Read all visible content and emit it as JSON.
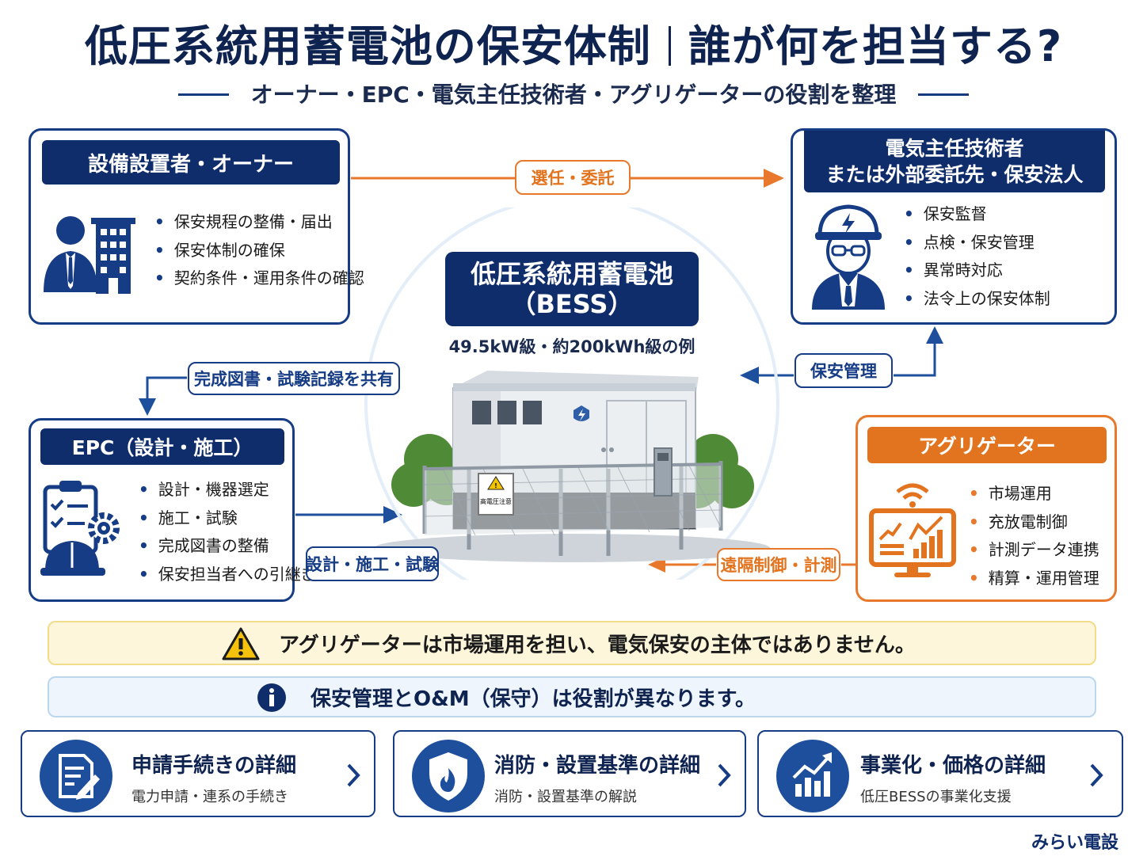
{
  "header": {
    "title_main": "低圧系統用蓄電池の保安体制",
    "title_sub": "誰が何を担当する?",
    "subtitle": "オーナー・EPC・電気主任技術者・アグリゲーターの役割を整理"
  },
  "owner": {
    "heading": "設備設置者・オーナー",
    "items": [
      "保安規程の整備・届出",
      "保安体制の確保",
      "契約条件・運用条件の確認"
    ]
  },
  "engineer": {
    "heading_line1": "電気主任技術者",
    "heading_line2": "または外部委託先・保安法人",
    "items": [
      "保安監督",
      "点検・保安管理",
      "異常時対応",
      "法令上の保安体制"
    ]
  },
  "epc": {
    "heading": "EPC（設計・施工）",
    "items": [
      "設計・機器選定",
      "施工・試験",
      "完成図書の整備",
      "保安担当者への引継ぎ"
    ]
  },
  "aggregator": {
    "heading": "アグリゲーター",
    "items": [
      "市場運用",
      "充放電制御",
      "計測データ連携",
      "精算・運用管理"
    ]
  },
  "center": {
    "title_line1": "低圧系統用蓄電池",
    "title_line2": "（BESS）",
    "spec": "49.5kW級・約200kWh級の例",
    "sign_text": "高電圧注意"
  },
  "flows": {
    "appoint": "選任・委託",
    "safety_mgmt": "保安管理",
    "share_docs": "完成図書・試験記録を共有",
    "design_build": "設計・施工・試験",
    "remote": "遠隔制御・計測"
  },
  "notices": {
    "warning": "アグリゲーターは市場運用を担い、電気保安の主体ではありません。",
    "info": "保安管理とO&M（保守）は役割が異なります。"
  },
  "links": [
    {
      "title": "申請手続きの詳細",
      "sub": "電力申請・連系の手続き",
      "icon": "document-pen-icon"
    },
    {
      "title": "消防・設置基準の詳細",
      "sub": "消防・設置基準の解説",
      "icon": "fire-shield-icon"
    },
    {
      "title": "事業化・価格の詳細",
      "sub": "低圧BESSの事業化支援",
      "icon": "growth-chart-icon"
    }
  ],
  "brand": "みらい電設",
  "colors": {
    "navy": "#0f2d6b",
    "orange": "#e3741f",
    "warning_bg": "#fdf6db",
    "info_bg": "#eef5fc"
  }
}
